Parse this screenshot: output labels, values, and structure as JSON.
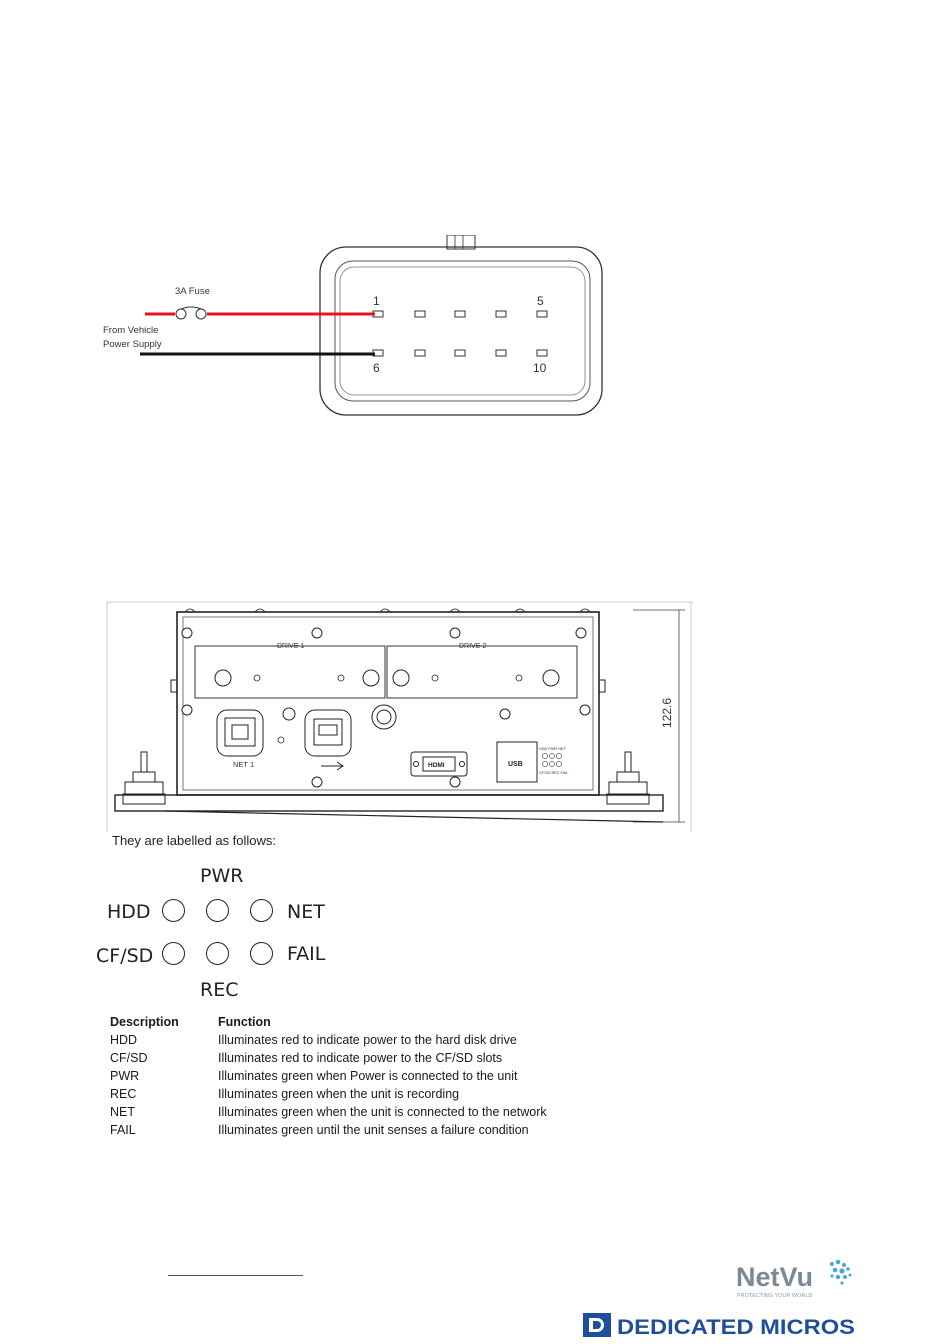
{
  "wiring": {
    "fuse_label": "3A Fuse",
    "supply_label_line1": "From Vehicle",
    "supply_label_line2": "Power Supply",
    "pin_top_left": "1",
    "pin_top_right": "5",
    "pin_bottom_left": "6",
    "pin_bottom_right": "10",
    "positive_wire_color": "#e8141c",
    "negative_wire_color": "#111111"
  },
  "unit_drawing": {
    "drive1_label": "DRIVE 1",
    "drive2_label": "DRIVE 2",
    "net_port_label": "NET 1",
    "hdmi_label": "HDMI",
    "usb_label": "USB",
    "led_mini_top": "HDD PWR NET",
    "led_mini_bottom": "CF/SD REC FAIL",
    "height_dimension": "122.6"
  },
  "leds": {
    "intro": "They are labelled as follows:",
    "pwr": "PWR",
    "hdd": "HDD",
    "net": "NET",
    "cfsd": "CF/SD",
    "fail": "FAIL",
    "rec": "REC"
  },
  "table": {
    "headers": [
      "Description",
      "Function"
    ],
    "rows": [
      {
        "name": "HDD",
        "function": "Illuminates red to indicate power to the hard disk drive"
      },
      {
        "name": "CF/SD",
        "function": "Illuminates red to indicate power to the CF/SD slots"
      },
      {
        "name": "PWR",
        "function": "Illuminates green when Power is connected to the unit"
      },
      {
        "name": "REC",
        "function": "Illuminates green when the unit is recording"
      },
      {
        "name": "NET",
        "function": "Illuminates green when the unit is connected to the network"
      },
      {
        "name": "FAIL",
        "function": "Illuminates green until the unit senses a failure condition"
      }
    ]
  },
  "branding": {
    "netvu_logo": "NetVu",
    "netvu_tagline": "PROTECTING YOUR WORLD",
    "dm_logo": "DEDICATED MICROS",
    "netvu_color": "#7a8a96",
    "dm_color": "#1f4e9a"
  }
}
